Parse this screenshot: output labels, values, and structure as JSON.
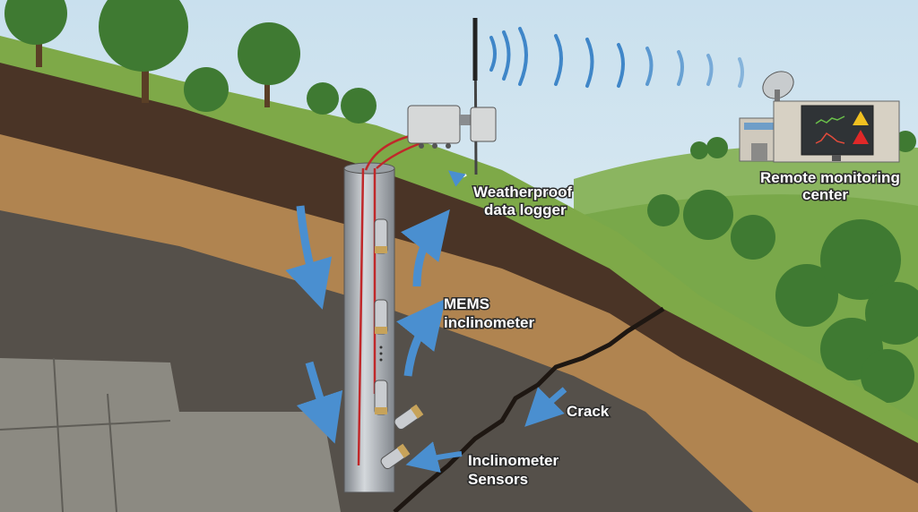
{
  "labels": {
    "data_logger": [
      "Weatherproof",
      "data logger"
    ],
    "monitoring_center": [
      "Remote monitoring",
      "center"
    ],
    "mems": [
      "MEMS",
      "inclinometer"
    ],
    "crack": "Crack",
    "sensors": [
      "Inclinometer",
      "Sensors"
    ]
  },
  "colors": {
    "sky": "#d6e8f2",
    "grass": "#7fae4a",
    "topsoil": "#4a3426",
    "orange_soil": "#b08450",
    "dark_soil": "#55504a",
    "rock": "#8c8a82",
    "arrow": "#4a8fd0",
    "cable": "#c0282a",
    "wave": "#3f86c8"
  }
}
